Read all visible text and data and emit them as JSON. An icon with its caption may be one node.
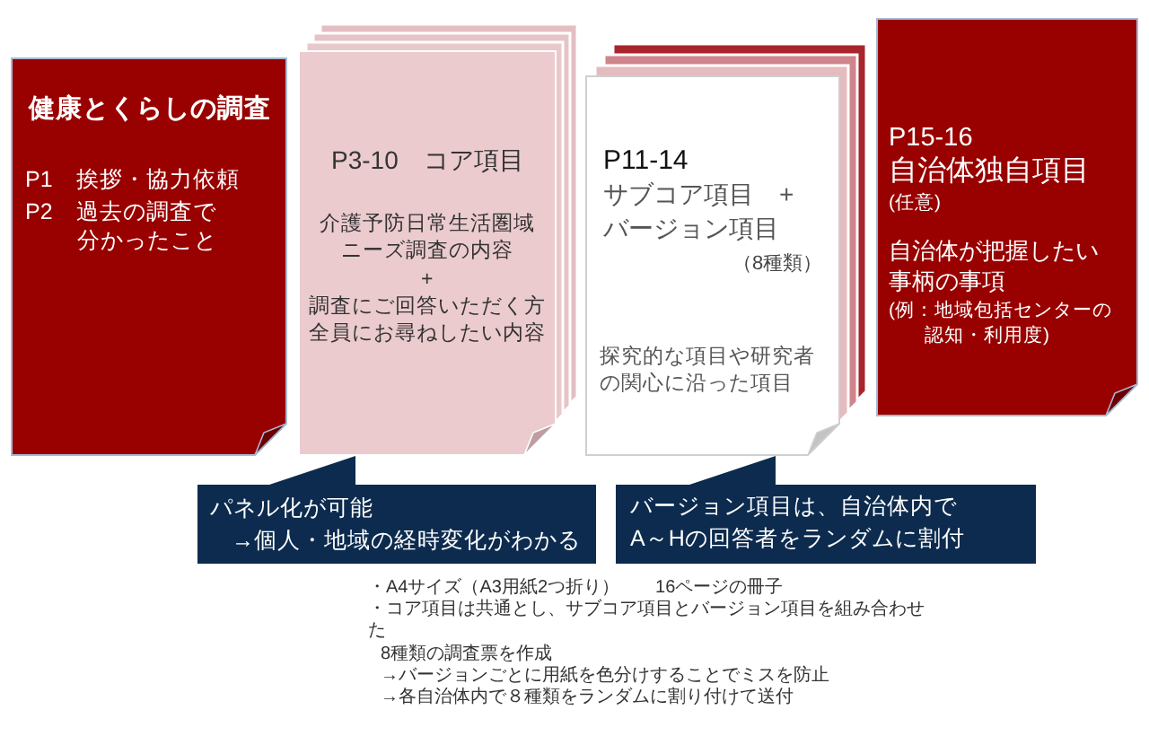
{
  "diagram": {
    "nodes": [
      {
        "text": [
          "健康とくらしの調査",
          "P1　挨拶・協力依頼",
          "P2　過去の調査で分かったこと"
        ]
      },
      {
        "text": [
          "P3-10　コア項目",
          "介護予防日常生活圏域ニーズ調査の内容",
          "+",
          "調査にご回答いただく方全員にお尋ねしたい内容"
        ]
      },
      {
        "text": [
          "P11-14",
          "サブコア項目　+",
          "バージョン項目",
          "（8種類）",
          "探究的な項目や研究者の関心に沿った項目"
        ]
      },
      {
        "text": [
          "P15-16",
          "自治体独自項目",
          "(任意)",
          "自治体が把握したい事柄の事項",
          "(例：地域包括センターの認知・利用度)"
        ]
      },
      {
        "text": [
          "パネル化が可能",
          "→個人・地域の経時変化がわかる"
        ]
      },
      {
        "text": [
          "バージョン項目は、自治体内でA～Hの回答者をランダムに割付"
        ]
      }
    ],
    "edges": [
      {
        "from": 4,
        "to": 1,
        "arrow": "none"
      },
      {
        "from": 5,
        "to": 2,
        "arrow": "none"
      }
    ],
    "labels": [
      "・A4サイズ（A3用紙2つ折り）　　16ページの冊子",
      "・コア項目は共通とし、サブコア項目とバージョン項目を組み合わせた",
      "8種類の調査票を作成",
      "→バージョンごとに用紙を色分けすることでミスを防止",
      "→各自治体内で８種類をランダムに割り付けて送付"
    ]
  }
}
